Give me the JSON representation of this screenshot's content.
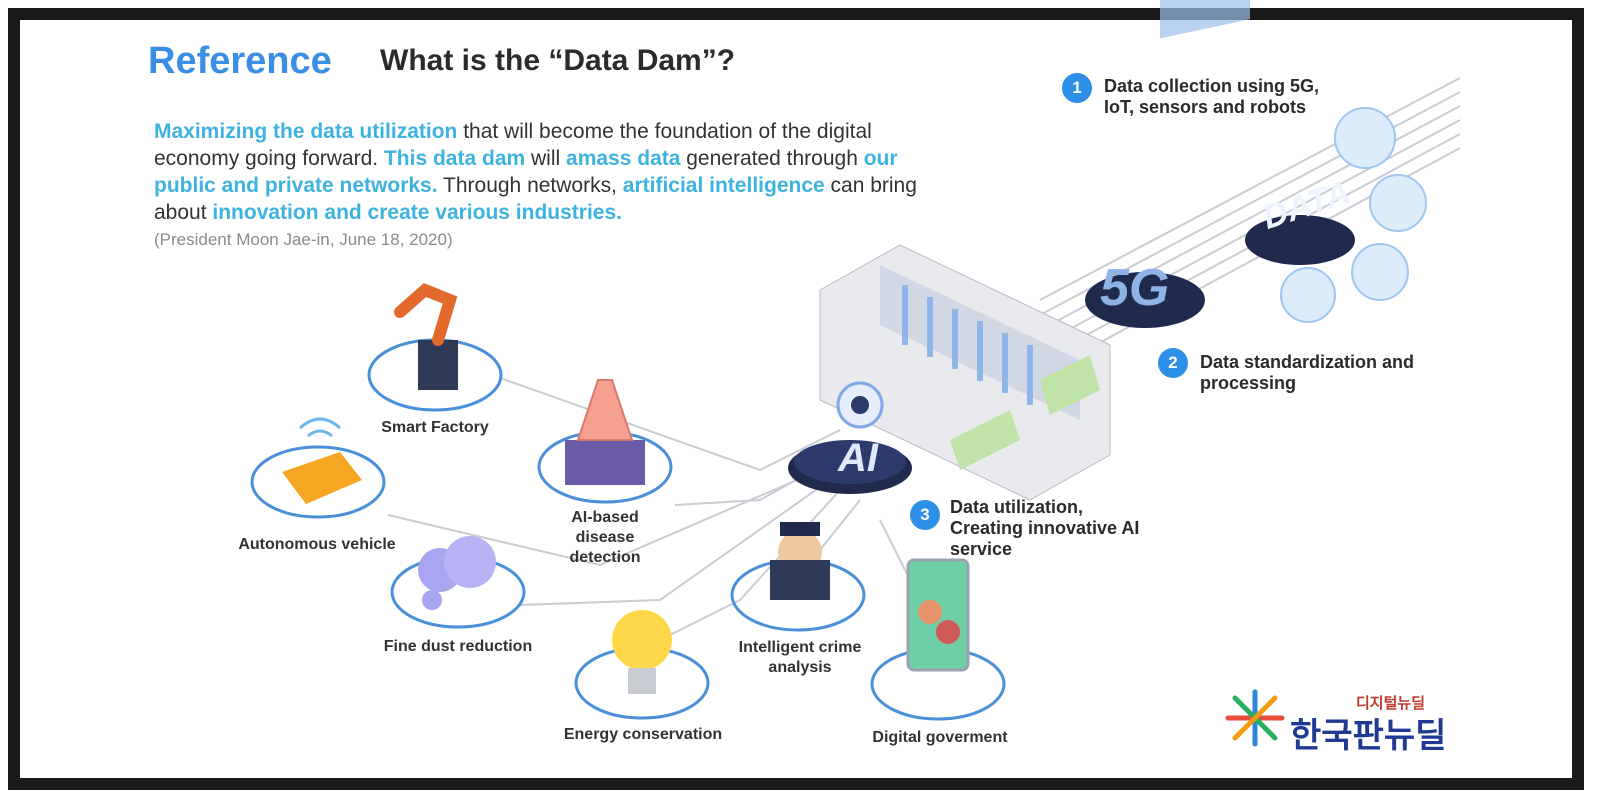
{
  "header": {
    "reference": "Reference",
    "title": "What is the “Data Dam”?"
  },
  "quote": {
    "p1": "Maximizing the data utilization",
    "p2": " that will become the foundation of the digital economy going forward. ",
    "p3": "This data dam",
    "p4": " will ",
    "p5": "amass data",
    "p6": " generated through ",
    "p7": "our public and private networks.",
    "p8": " Through networks, ",
    "p9": "artificial intelligence",
    "p10": " can bring about ",
    "p11": "innovation and create various industries.",
    "citation": "(President Moon Jae-in, June 18, 2020)"
  },
  "steps": [
    {
      "num": "1",
      "text": "Data collection using 5G, IoT, sensors and robots"
    },
    {
      "num": "2",
      "text": "Data standardization and processing"
    },
    {
      "num": "3",
      "text": "Data utilization, Creating innovative AI service"
    }
  ],
  "graphics": {
    "ai": "AI",
    "fiveg": "5G",
    "data": "DATA"
  },
  "services": [
    {
      "label": "Smart Factory"
    },
    {
      "label": "AI-based disease detection"
    },
    {
      "label": "Autonomous vehicle"
    },
    {
      "label": "Fine dust reduction"
    },
    {
      "label": "Energy conservation"
    },
    {
      "label": "Intelligent crime analysis"
    },
    {
      "label": "Digital goverment"
    }
  ],
  "logo": {
    "small": "디지털뉴딜",
    "big": "한국판뉴딜"
  },
  "colors": {
    "accent": "#3a8ee6",
    "highlight": "#3fb3e0",
    "step_badge": "#2e8fe6"
  }
}
